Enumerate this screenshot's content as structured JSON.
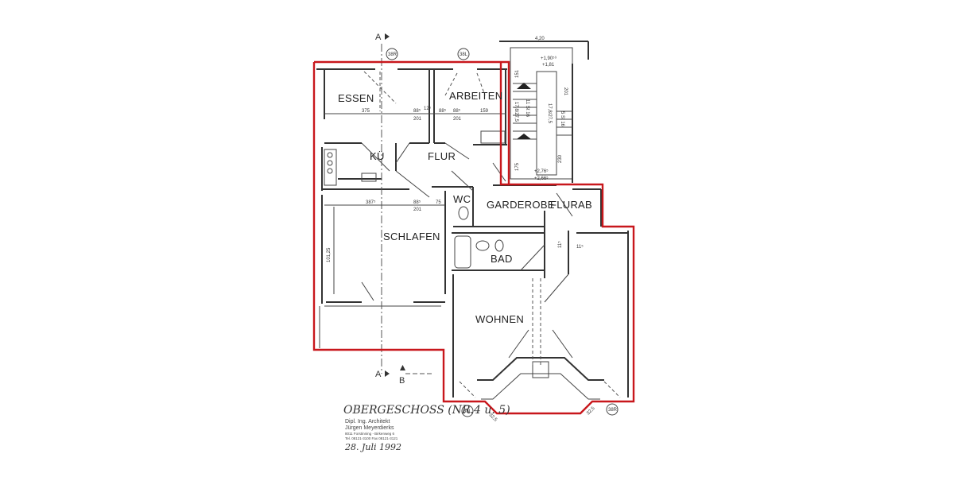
{
  "plan": {
    "title": "OBERGESCHOSS (NR.4 u. 5)",
    "architect": {
      "line1": "Dipl. Ing. Architekt",
      "line2": "Jürgen Meyerdierks",
      "line3": "8011 Forstinning - Birkenweg 6",
      "line4": "Tel. 08121-3100   Fax 08121-3121"
    },
    "date": "28. Juli 1992",
    "accent_color": "#c8171c",
    "section_marks": {
      "a_top": "A",
      "a_bottom": "A",
      "b": "B"
    },
    "window_tags": {
      "essen": "38R",
      "arbeiten": "38L",
      "wohnen_left": "38L",
      "wohnen_right": "38R"
    },
    "rooms": {
      "essen": "ESSEN",
      "arbeiten": "ARBEITEN",
      "kueche": "KÜ",
      "flur": "FLUR",
      "wc": "WC",
      "garderobe": "GARDEROBE",
      "flur2": "FLUR",
      "ab": "AB",
      "schlafen": "SCHLAFEN",
      "bad": "BAD",
      "wohnen": "WOHNEN"
    },
    "dimensions": {
      "essen_width": "375",
      "essen_door": "88⁵",
      "essen_door_h": "201",
      "essen_side": "12⁵",
      "arbeiten_left": "88⁵",
      "arbeiten_door": "88⁵",
      "arbeiten_door_h": "201",
      "arbeiten_width": "159",
      "schlafen_left": "387⁵",
      "schlafen_door": "88⁵",
      "schlafen_door_h": "201",
      "schlafen_right": "75",
      "schlafen_side": "101,25",
      "stair_top": "4,20",
      "stair_level1": "+1,90⁵⁹",
      "stair_level2": "+1,81",
      "stair_151": "151",
      "stair_201": "201",
      "stair_run1": "11 St 16",
      "stair_run2": "17,8/27,5",
      "stair_run3": "5 St 16",
      "stair_run4": "17,8/27,5",
      "stair_175": "175",
      "stair_230": "230",
      "stair_level3": "+2,76⁵",
      "stair_level4": "+2,66⁵",
      "bay_left": "32,5",
      "bay_right": "32,5",
      "ab_dim1": "11⁵",
      "ab_dim2": "11⁵"
    }
  }
}
